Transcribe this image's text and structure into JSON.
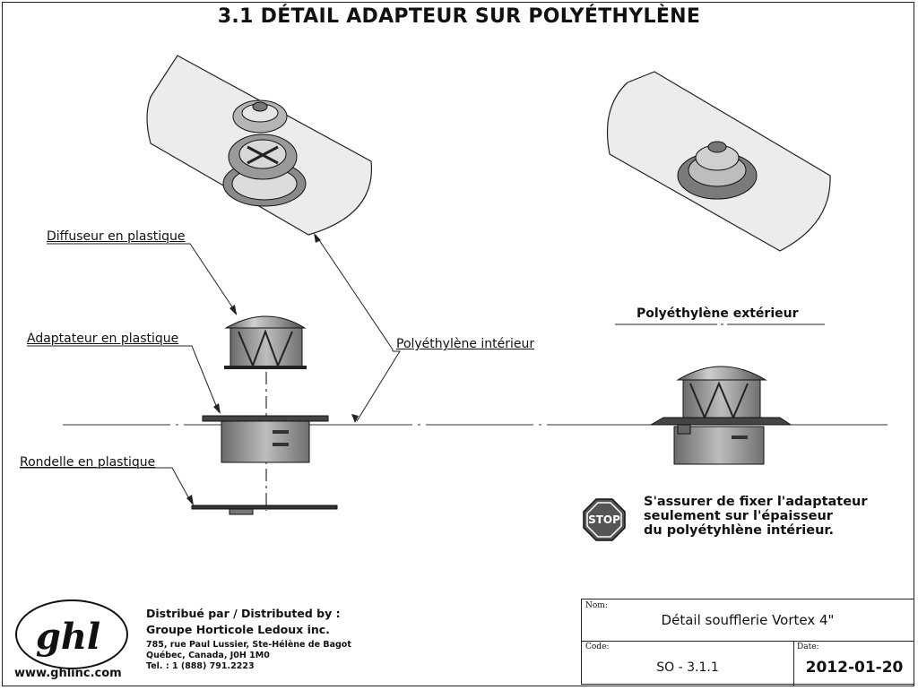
{
  "title": "3.1  DÉTAIL ADAPTEUR SUR POLYÉTHYLÈNE",
  "labels": {
    "diffuseur": "Diffuseur en plastique",
    "adaptateur": "Adaptateur en plastique",
    "poly_interieur": "Polyéthylène intérieur",
    "rondelle": "Rondelle en plastique",
    "poly_exterieur": "Polyéthylène extérieur"
  },
  "warning": {
    "stop": "STOP",
    "line1": "S'assurer de fixer l'adaptateur",
    "line2": "seulement sur l'épaisseur",
    "line3": "du polyétyhlène intérieur."
  },
  "logo": {
    "mark": "ghl",
    "url": "www.ghlinc.com"
  },
  "distributor": {
    "heading": "Distribué par / Distributed by :",
    "company": "Groupe Horticole Ledoux inc.",
    "address1": "785, rue Paul Lussier, Ste-Hélène de Bagot",
    "address2": "Québec, Canada, J0H 1M0",
    "phone": "Tel. : 1 (888) 791.2223"
  },
  "title_block": {
    "nom_label": "Nom:",
    "nom_value": "Détail soufflerie Vortex 4\"",
    "code_label": "Code:",
    "code_value": "SO - 3.1.1",
    "date_label": "Date:",
    "date_value": "2012-01-20"
  }
}
